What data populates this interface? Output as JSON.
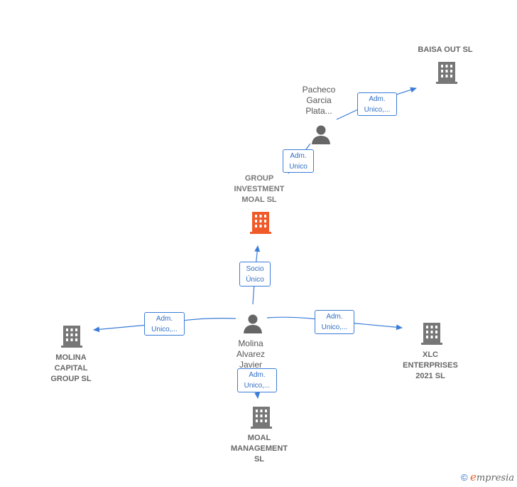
{
  "nodes": {
    "baisa": {
      "label": "BAISA OUT  SL",
      "type": "company"
    },
    "pacheco": {
      "label": "Pacheco\nGarcia\nPlata...",
      "type": "person"
    },
    "group": {
      "label": "GROUP\nINVESTMENT\nMOAL  SL",
      "type": "main-company"
    },
    "molina_person": {
      "label": "Molina\nAlvarez\nJavier",
      "type": "person"
    },
    "molina_capital": {
      "label": "MOLINA\nCAPITAL\nGROUP  SL",
      "type": "company"
    },
    "xlc": {
      "label": "XLC\nENTERPRISES\n2021  SL",
      "type": "company"
    },
    "moal_mgmt": {
      "label": "MOAL\nMANAGEMENT\nSL",
      "type": "company"
    }
  },
  "edges": {
    "pacheco_baisa": "Adm.\nUnico,...",
    "group_pacheco": "Adm.\nUnico",
    "molina_group": "Socio\nÚnico",
    "molina_capital": "Adm.\nUnico,...",
    "molina_xlc": "Adm.\nUnico,...",
    "molina_moal": "Adm.\nUnico,..."
  },
  "colors": {
    "edge": "#3b7dd8",
    "company_icon": "#777777",
    "main_company_icon": "#f05a28",
    "person_icon": "#666666"
  },
  "footer": {
    "copyright": "©",
    "brand_e": "e",
    "brand_rest": "mpresia"
  }
}
